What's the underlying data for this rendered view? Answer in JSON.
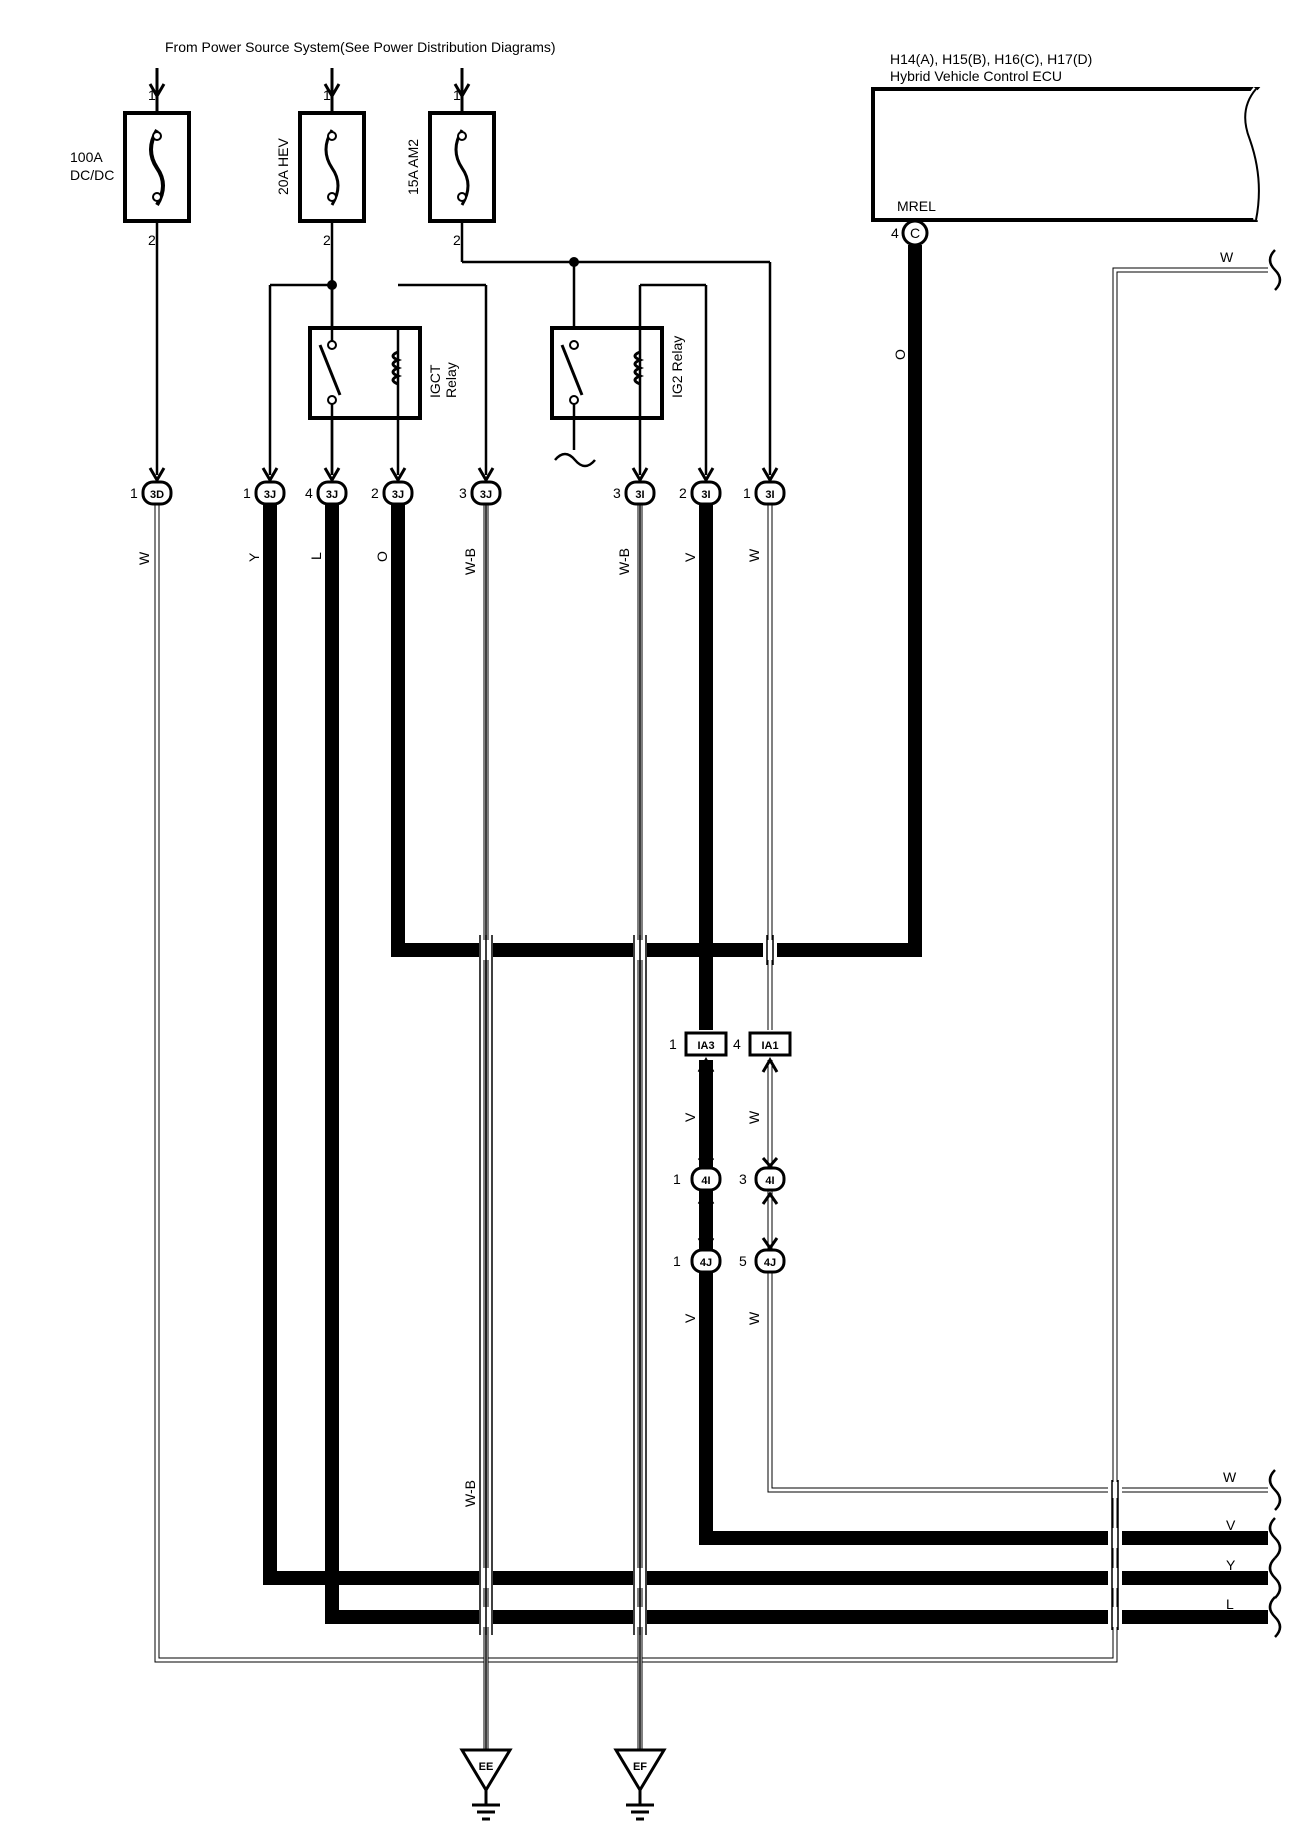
{
  "header": {
    "power_source": "From Power Source System(See Power Distribution Diagrams)",
    "ecu_ids": "H14(A), H15(B), H16(C), H17(D)",
    "ecu_name": "Hybrid Vehicle Control ECU",
    "ecu_terminal": "MREL",
    "ecu_pin": "4",
    "ecu_conn": "C"
  },
  "fuses": [
    {
      "label1": "100A",
      "label2": "DC/DC",
      "pin_in": "1",
      "pin_out": "2"
    },
    {
      "label1": "20A HEV",
      "label2": "",
      "pin_in": "1",
      "pin_out": "2"
    },
    {
      "label1": "15A AM2",
      "label2": "",
      "pin_in": "1",
      "pin_out": "2"
    }
  ],
  "relays": [
    {
      "label1": "IGCT",
      "label2": "Relay"
    },
    {
      "label1": "IG2 Relay",
      "label2": ""
    }
  ],
  "connectors": {
    "c3d": {
      "id": "3D",
      "pin": "1"
    },
    "c3j1": {
      "id": "3J",
      "pin": "1"
    },
    "c3j4": {
      "id": "3J",
      "pin": "4"
    },
    "c3j2": {
      "id": "3J",
      "pin": "2"
    },
    "c3j3": {
      "id": "3J",
      "pin": "3"
    },
    "c3i3": {
      "id": "3I",
      "pin": "3"
    },
    "c3i2": {
      "id": "3I",
      "pin": "2"
    },
    "c3i1": {
      "id": "3I",
      "pin": "1"
    },
    "ia3": {
      "id": "IA3",
      "pin": "1"
    },
    "ia1": {
      "id": "IA1",
      "pin": "4"
    },
    "c4i1": {
      "id": "4I",
      "pin": "1"
    },
    "c4i3": {
      "id": "4I",
      "pin": "3"
    },
    "c4j1": {
      "id": "4J",
      "pin": "1"
    },
    "c4j5": {
      "id": "4J",
      "pin": "5"
    }
  },
  "wire_colors": {
    "w": "W",
    "y": "Y",
    "l": "L",
    "o": "O",
    "wb": "W-B",
    "v": "V"
  },
  "grounds": {
    "ee": "EE",
    "ef": "EF"
  }
}
